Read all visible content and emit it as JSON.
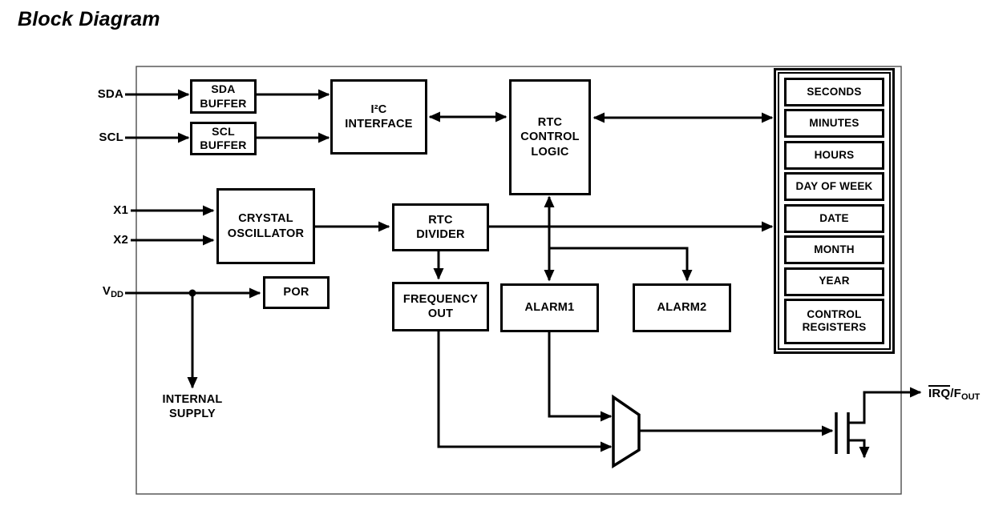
{
  "title": "Block Diagram",
  "pins": {
    "sda": "SDA",
    "scl": "SCL",
    "x1": "X1",
    "x2": "X2",
    "vdd_base": "V",
    "vdd_sub": "DD",
    "internal_supply": "INTERNAL\nSUPPLY",
    "irq_overline": "IRQ",
    "irq_slash_f": "/F",
    "fout_sub": "OUT"
  },
  "blocks": {
    "sda_buffer": "SDA\nBUFFER",
    "scl_buffer": "SCL\nBUFFER",
    "i2c_interface": "I²C\nINTERFACE",
    "rtc_control_logic": "RTC\nCONTROL\nLOGIC",
    "crystal_oscillator": "CRYSTAL\nOSCILLATOR",
    "rtc_divider": "RTC\nDIVIDER",
    "por": "POR",
    "frequency_out": "FREQUENCY\nOUT",
    "alarm1": "ALARM1",
    "alarm2": "ALARM2"
  },
  "registers": [
    "SECONDS",
    "MINUTES",
    "HOURS",
    "DAY OF WEEK",
    "DATE",
    "MONTH",
    "YEAR",
    "CONTROL\nREGISTERS"
  ],
  "colors": {
    "line": "#000000",
    "chip_boundary": "#4d4d4d",
    "background": "#ffffff",
    "text": "#000000"
  }
}
